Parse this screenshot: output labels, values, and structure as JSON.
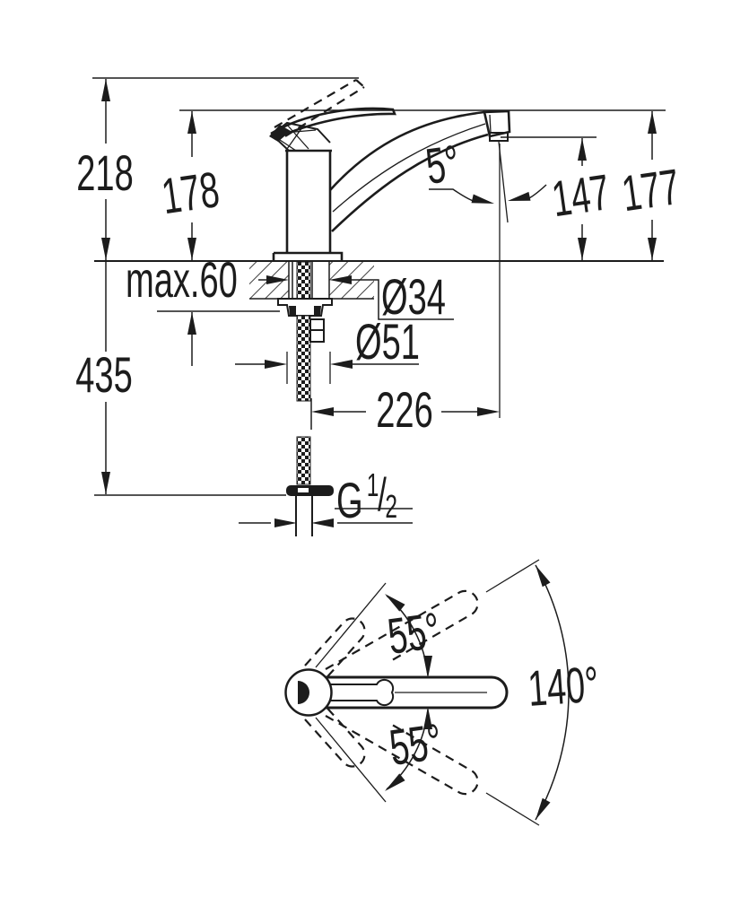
{
  "drawing": {
    "type": "faucet-installation-dimension-drawing",
    "colors": {
      "ink": "#1c1c1c",
      "background": "#ffffff"
    },
    "labels": {
      "height_total": "218",
      "height_to_lever": "178",
      "stream_angle": "5°",
      "spout_outlet_height": "147",
      "spout_top_height": "177",
      "max_deck_thickness": "max.60",
      "hole_diameter": "Ø34",
      "escutcheon_diameter": "Ø51",
      "below_deck_length": "435",
      "spout_reach": "226",
      "thread": {
        "g": "G",
        "sup": "1",
        "slash": "/",
        "sub": "2"
      },
      "swivel_upper": "55°",
      "swivel_lower": "55°",
      "swivel_total": "140°"
    }
  }
}
